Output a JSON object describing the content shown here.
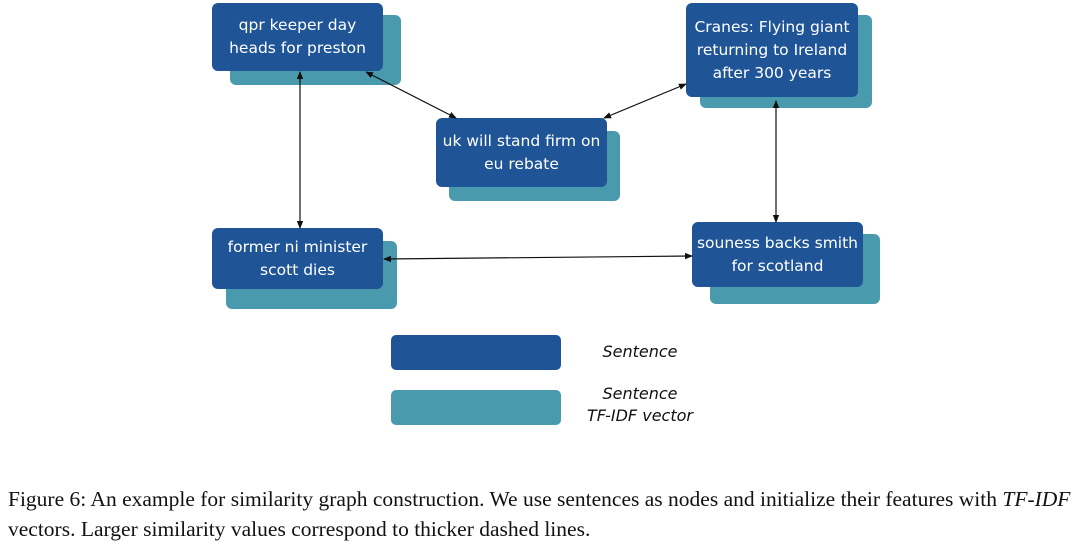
{
  "nodes": {
    "qpr": "qpr keeper day heads for preston",
    "cranes": "Cranes: Flying giant returning to Ireland after 300 years",
    "uk": "uk will stand firm on eu rebate",
    "ni": "former ni minister scott dies",
    "souness": "souness backs smith for scotland"
  },
  "legend": {
    "sentence": "Sentence",
    "tfidf_line1": "Sentence",
    "tfidf_line2": "TF-IDF vector"
  },
  "colors": {
    "sentence": "#1f5597",
    "tfidf": "#4a9aae"
  },
  "caption": {
    "part1": "Figure 6: An example for similarity graph construction. We use sentences as nodes and initialize their features with ",
    "italic": "TF-IDF",
    "part2": " vectors. Larger similarity values correspond to thicker dashed lines."
  }
}
